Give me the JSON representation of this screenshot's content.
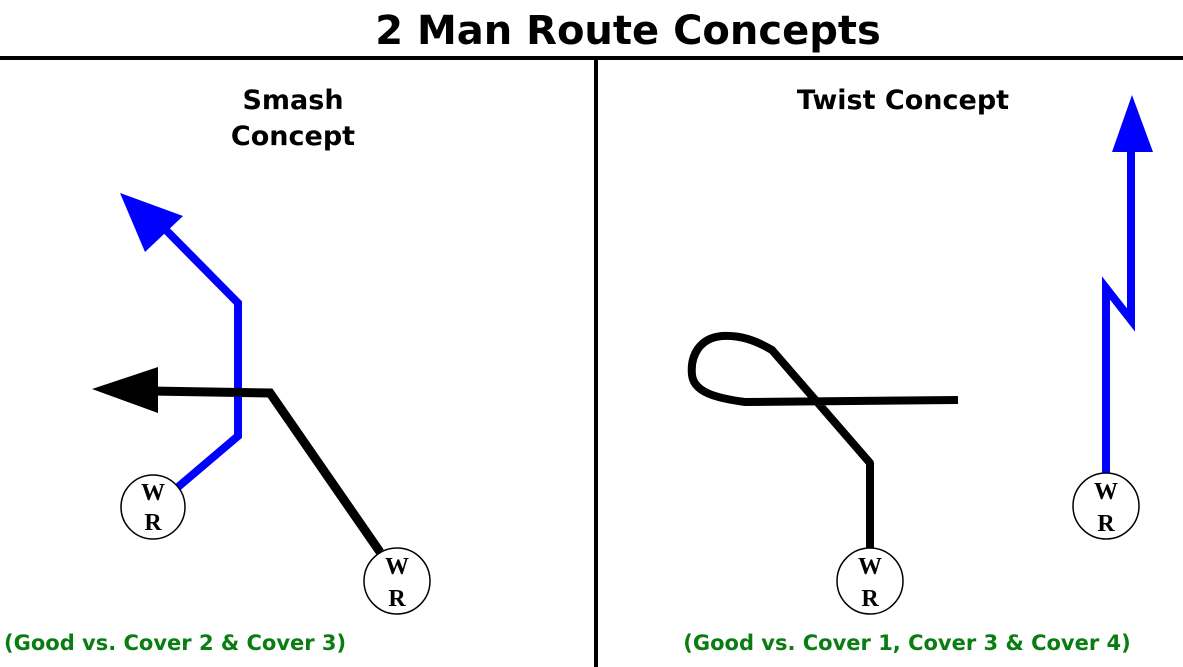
{
  "title": "2 Man Route Concepts",
  "colors": {
    "route_blue": "#0000ff",
    "route_black": "#000000",
    "note_green": "#0a7d12"
  },
  "left_panel": {
    "title_line1": "Smash",
    "title_line2": "Concept",
    "note": "(Good vs. Cover 2 & Cover 3)",
    "receivers": [
      {
        "top": "W",
        "bottom": "R"
      },
      {
        "top": "W",
        "bottom": "R"
      }
    ]
  },
  "right_panel": {
    "title": "Twist Concept",
    "note": "(Good vs. Cover 1, Cover 3 & Cover 4)",
    "receivers": [
      {
        "top": "W",
        "bottom": "R"
      },
      {
        "top": "W",
        "bottom": "R"
      }
    ]
  }
}
